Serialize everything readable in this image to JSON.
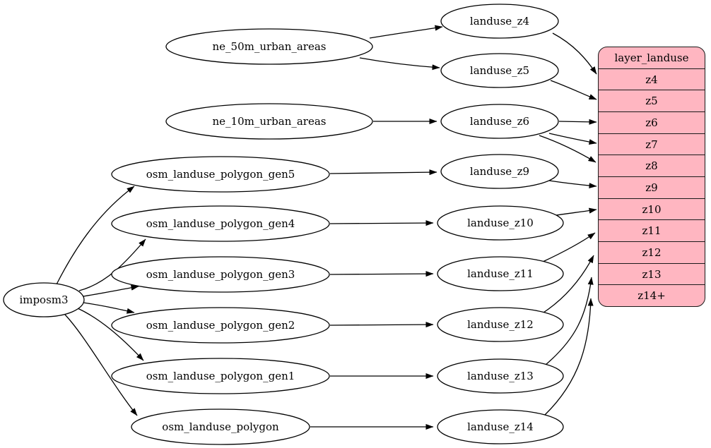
{
  "colors": {
    "table-fill": "#ffb6c1",
    "node-fill": "#ffffff",
    "edge-stroke": "#000000"
  },
  "nodes": {
    "imposm3": "imposm3",
    "ne_50m_urban_areas": "ne_50m_urban_areas",
    "ne_10m_urban_areas": "ne_10m_urban_areas",
    "osm_landuse_polygon_gen5": "osm_landuse_polygon_gen5",
    "osm_landuse_polygon_gen4": "osm_landuse_polygon_gen4",
    "osm_landuse_polygon_gen3": "osm_landuse_polygon_gen3",
    "osm_landuse_polygon_gen2": "osm_landuse_polygon_gen2",
    "osm_landuse_polygon_gen1": "osm_landuse_polygon_gen1",
    "osm_landuse_polygon": "osm_landuse_polygon",
    "landuse_z4": "landuse_z4",
    "landuse_z5": "landuse_z5",
    "landuse_z6": "landuse_z6",
    "landuse_z9": "landuse_z9",
    "landuse_z10": "landuse_z10",
    "landuse_z11": "landuse_z11",
    "landuse_z12": "landuse_z12",
    "landuse_z13": "landuse_z13",
    "landuse_z14": "landuse_z14"
  },
  "table": {
    "title": "layer_landuse",
    "rows": [
      "z4",
      "z5",
      "z6",
      "z7",
      "z8",
      "z9",
      "z10",
      "z11",
      "z12",
      "z13",
      "z14+"
    ]
  },
  "edges": [
    {
      "from": "imposm3",
      "to": "osm_landuse_polygon_gen5"
    },
    {
      "from": "imposm3",
      "to": "osm_landuse_polygon_gen4"
    },
    {
      "from": "imposm3",
      "to": "osm_landuse_polygon_gen3"
    },
    {
      "from": "imposm3",
      "to": "osm_landuse_polygon_gen2"
    },
    {
      "from": "imposm3",
      "to": "osm_landuse_polygon_gen1"
    },
    {
      "from": "imposm3",
      "to": "osm_landuse_polygon"
    },
    {
      "from": "ne_50m_urban_areas",
      "to": "landuse_z4"
    },
    {
      "from": "ne_50m_urban_areas",
      "to": "landuse_z5"
    },
    {
      "from": "ne_10m_urban_areas",
      "to": "landuse_z6"
    },
    {
      "from": "osm_landuse_polygon_gen5",
      "to": "landuse_z9"
    },
    {
      "from": "osm_landuse_polygon_gen4",
      "to": "landuse_z10"
    },
    {
      "from": "osm_landuse_polygon_gen3",
      "to": "landuse_z11"
    },
    {
      "from": "osm_landuse_polygon_gen2",
      "to": "landuse_z12"
    },
    {
      "from": "osm_landuse_polygon_gen1",
      "to": "landuse_z13"
    },
    {
      "from": "osm_landuse_polygon",
      "to": "landuse_z14"
    },
    {
      "from": "landuse_z4",
      "to": "layer_landuse.z4"
    },
    {
      "from": "landuse_z5",
      "to": "layer_landuse.z5"
    },
    {
      "from": "landuse_z6",
      "to": "layer_landuse.z6"
    },
    {
      "from": "landuse_z6",
      "to": "layer_landuse.z7"
    },
    {
      "from": "landuse_z6",
      "to": "layer_landuse.z8"
    },
    {
      "from": "landuse_z9",
      "to": "layer_landuse.z9"
    },
    {
      "from": "landuse_z10",
      "to": "layer_landuse.z10"
    },
    {
      "from": "landuse_z11",
      "to": "layer_landuse.z11"
    },
    {
      "from": "landuse_z12",
      "to": "layer_landuse.z12"
    },
    {
      "from": "landuse_z13",
      "to": "layer_landuse.z13"
    },
    {
      "from": "landuse_z14",
      "to": "layer_landuse.z14+"
    }
  ]
}
